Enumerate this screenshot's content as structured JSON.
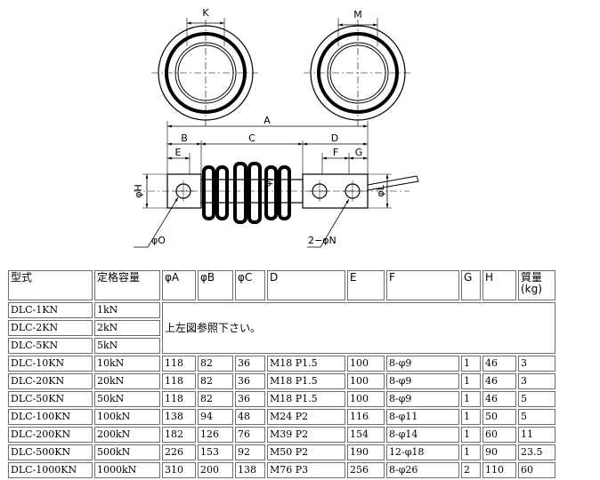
{
  "drawing": {
    "dimension_labels": {
      "K": "K",
      "M": "M",
      "A": "A",
      "B": "B",
      "C": "C",
      "D": "D",
      "E": "E",
      "F": "F",
      "G": "G",
      "H": "φH",
      "J": "φJ",
      "L": "φL",
      "O": "φO",
      "N": "2−φN"
    }
  },
  "table": {
    "headers": [
      "型式",
      "定格容量",
      "φA",
      "φB",
      "φC",
      "D",
      "E",
      "F",
      "G",
      "H",
      "質量\n(kg)"
    ],
    "rows": [
      {
        "model": "DLC-1KN",
        "capacity": "1kN"
      },
      {
        "model": "DLC-2KN",
        "capacity": "2kN"
      },
      {
        "model": "DLC-5KN",
        "capacity": "5kN"
      },
      {
        "model": "DLC-10KN",
        "capacity": "10kN",
        "A": "118",
        "B": "82",
        "C": "36",
        "D": "M18 P1.5",
        "E": "100",
        "F": "8-φ9",
        "G": "1",
        "H": "46",
        "mass": "3"
      },
      {
        "model": "DLC-20KN",
        "capacity": "20kN",
        "A": "118",
        "B": "82",
        "C": "36",
        "D": "M18 P1.5",
        "E": "100",
        "F": "8-φ9",
        "G": "1",
        "H": "46",
        "mass": "3"
      },
      {
        "model": "DLC-50KN",
        "capacity": "50kN",
        "A": "118",
        "B": "82",
        "C": "36",
        "D": "M18 P1.5",
        "E": "100",
        "F": "8-φ9",
        "G": "1",
        "H": "46",
        "mass": "5"
      },
      {
        "model": "DLC-100KN",
        "capacity": "100kN",
        "A": "138",
        "B": "94",
        "C": "48",
        "D": "M24 P2",
        "E": "116",
        "F": "8-φ11",
        "G": "1",
        "H": "50",
        "mass": "5"
      },
      {
        "model": "DLC-200KN",
        "capacity": "200kN",
        "A": "182",
        "B": "126",
        "C": "76",
        "D": "M39 P2",
        "E": "154",
        "F": "8-φ14",
        "G": "1",
        "H": "60",
        "mass": "11"
      },
      {
        "model": "DLC-500KN",
        "capacity": "500kN",
        "A": "226",
        "B": "153",
        "C": "92",
        "D": "M50 P2",
        "E": "190",
        "F": "12-φ18",
        "G": "1",
        "H": "90",
        "mass": "23.5"
      },
      {
        "model": "DLC-1000KN",
        "capacity": "1000kN",
        "A": "310",
        "B": "200",
        "C": "138",
        "D": "M76 P3",
        "E": "256",
        "F": "8-φ26",
        "G": "2",
        "H": "110",
        "mass": "60"
      }
    ],
    "note": "上左図参照下さい。"
  }
}
